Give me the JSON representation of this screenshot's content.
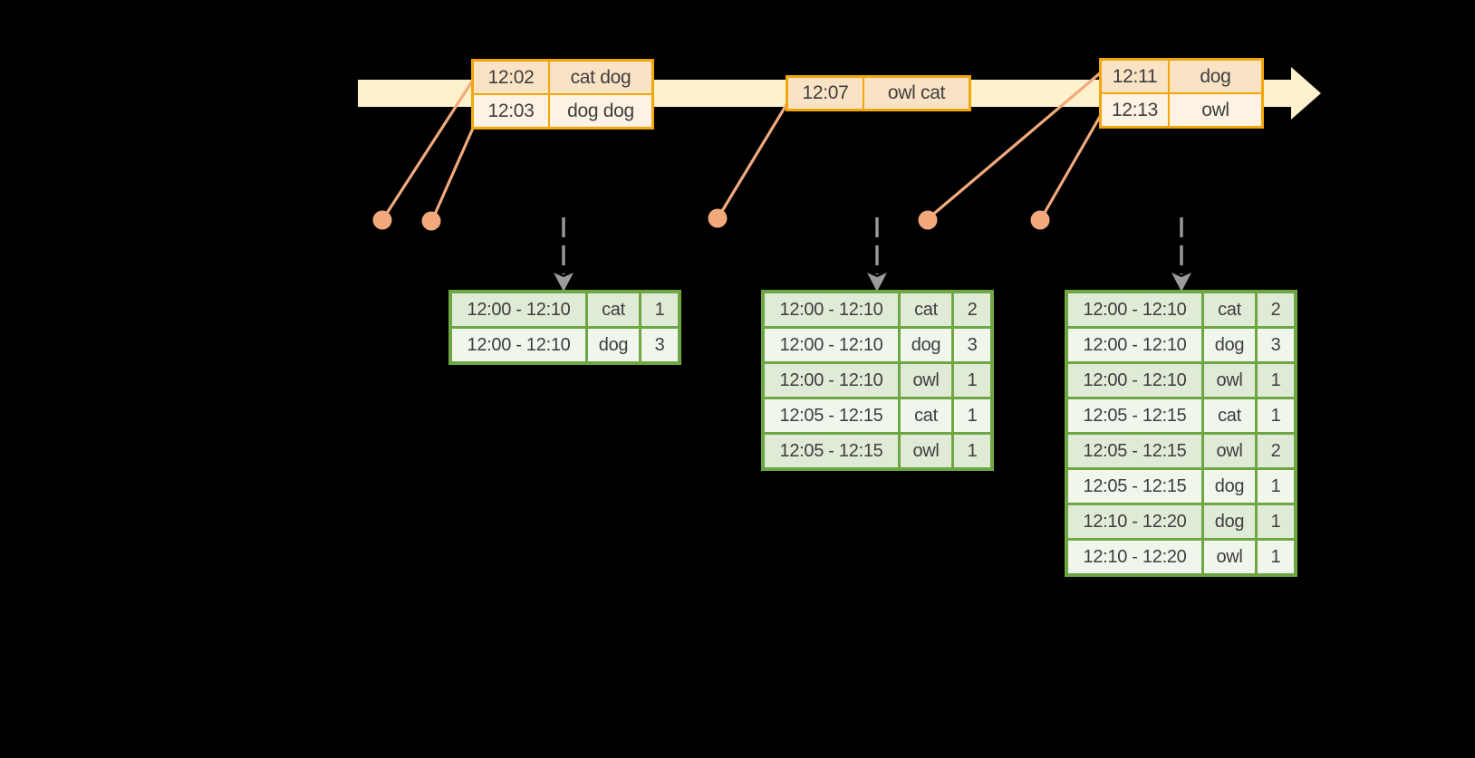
{
  "diagram": {
    "colors": {
      "background": "#000000",
      "timeline_fill": "#FDF2CD",
      "event_border": "#F2A709",
      "event_row_dark": "#FAE2C5",
      "event_row_light": "#FDF2E4",
      "result_border": "#6FA644",
      "result_row_dark": "#E0EBD7",
      "result_row_light": "#F1F6ED",
      "connector": "#F2AA7D",
      "dashed_arrow": "#9B9B9B",
      "text": "#3E3E3E"
    },
    "event_tables": [
      {
        "rows": [
          {
            "time": "12:02",
            "words": "cat dog"
          },
          {
            "time": "12:03",
            "words": "dog dog"
          }
        ]
      },
      {
        "rows": [
          {
            "time": "12:07",
            "words": "owl cat"
          }
        ]
      },
      {
        "rows": [
          {
            "time": "12:11",
            "words": "dog"
          },
          {
            "time": "12:13",
            "words": "owl"
          }
        ]
      }
    ],
    "result_tables": [
      {
        "rows": [
          {
            "window": "12:00 - 12:10",
            "word": "cat",
            "count": "1"
          },
          {
            "window": "12:00 - 12:10",
            "word": "dog",
            "count": "3"
          }
        ]
      },
      {
        "rows": [
          {
            "window": "12:00 - 12:10",
            "word": "cat",
            "count": "2"
          },
          {
            "window": "12:00 - 12:10",
            "word": "dog",
            "count": "3"
          },
          {
            "window": "12:00 - 12:10",
            "word": "owl",
            "count": "1"
          },
          {
            "window": "12:05 - 12:15",
            "word": "cat",
            "count": "1"
          },
          {
            "window": "12:05 - 12:15",
            "word": "owl",
            "count": "1"
          }
        ]
      },
      {
        "rows": [
          {
            "window": "12:00 - 12:10",
            "word": "cat",
            "count": "2"
          },
          {
            "window": "12:00 - 12:10",
            "word": "dog",
            "count": "3"
          },
          {
            "window": "12:00 - 12:10",
            "word": "owl",
            "count": "1"
          },
          {
            "window": "12:05 - 12:15",
            "word": "cat",
            "count": "1"
          },
          {
            "window": "12:05 - 12:15",
            "word": "owl",
            "count": "2"
          },
          {
            "window": "12:05 - 12:15",
            "word": "dog",
            "count": "1"
          },
          {
            "window": "12:10 - 12:20",
            "word": "dog",
            "count": "1"
          },
          {
            "window": "12:10 - 12:20",
            "word": "owl",
            "count": "1"
          }
        ]
      }
    ]
  }
}
